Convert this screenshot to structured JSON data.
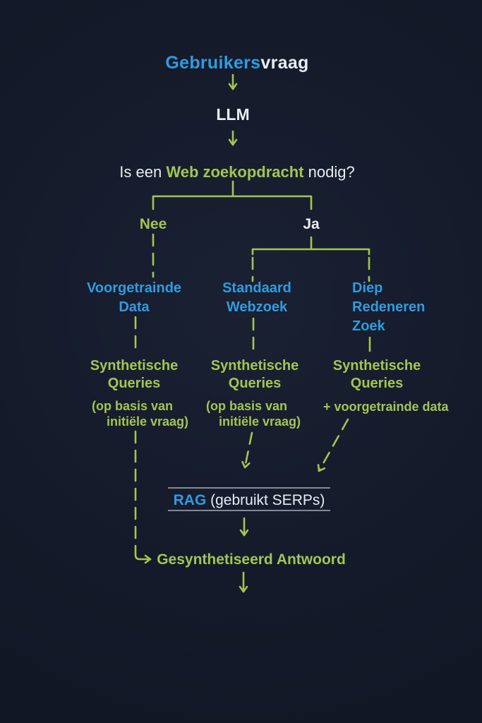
{
  "palette": {
    "background": "#151b2b",
    "background_glow": "#1a2133",
    "green": "#a3c553",
    "blue": "#2f9ce0",
    "white": "#e8edf3",
    "rule": "#a6aebc"
  },
  "flow": {
    "start": {
      "highlight": "Gebruikers",
      "rest": "vraag"
    },
    "llm": "LLM",
    "decision": {
      "pre": "Is een ",
      "highlight": "Web zoekopdracht",
      "post": " nodig?"
    },
    "branches": {
      "no": "Nee",
      "yes": "Ja"
    },
    "paths": [
      {
        "source": [
          "Voorgetrainde",
          "Data"
        ],
        "queries": [
          "Synthetische",
          "Queries"
        ],
        "caption": [
          "(op basis van",
          "initiële vraag)"
        ]
      },
      {
        "source": [
          "Standaard",
          "Webzoek"
        ],
        "queries": [
          "Synthetische",
          "Queries"
        ],
        "caption": [
          "(op basis van",
          "initiële vraag)"
        ]
      },
      {
        "source": [
          "Diep",
          "Redeneren",
          "Zoek"
        ],
        "queries": [
          "Synthetische",
          "Queries"
        ],
        "caption": [
          "+ voorgetrainde data"
        ]
      }
    ],
    "rag": {
      "highlight": "RAG",
      "rest": " (gebruikt SERPs)"
    },
    "answer": "Gesynthetiseerd Antwoord"
  }
}
